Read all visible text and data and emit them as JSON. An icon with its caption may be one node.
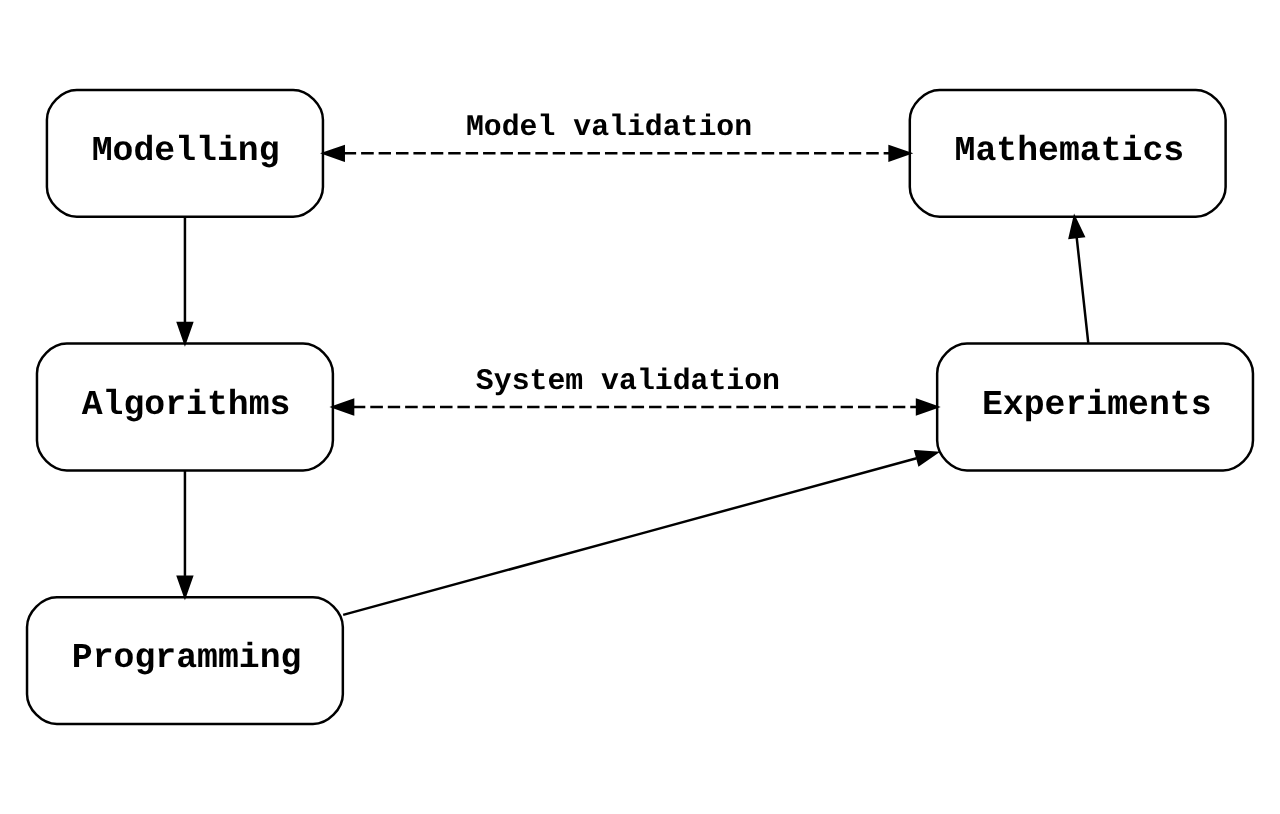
{
  "diagram": {
    "nodes": [
      {
        "text": [
          "Modelling"
        ]
      },
      {
        "text": [
          "Mathematics"
        ]
      },
      {
        "text": [
          "Algorithms"
        ]
      },
      {
        "text": [
          "Experiments"
        ]
      },
      {
        "text": [
          "Programming"
        ]
      }
    ],
    "edges": [
      {
        "from": 0,
        "to": 1,
        "arrow": "both",
        "style": "dashed",
        "label": "Model validation"
      },
      {
        "from": 0,
        "to": 2,
        "arrow": "to"
      },
      {
        "from": 2,
        "to": 3,
        "arrow": "both",
        "style": "dashed",
        "label": "System validation"
      },
      {
        "from": 2,
        "to": 4,
        "arrow": "to"
      },
      {
        "from": 4,
        "to": 3,
        "arrow": "to"
      },
      {
        "from": 3,
        "to": 1,
        "arrow": "to"
      }
    ]
  }
}
